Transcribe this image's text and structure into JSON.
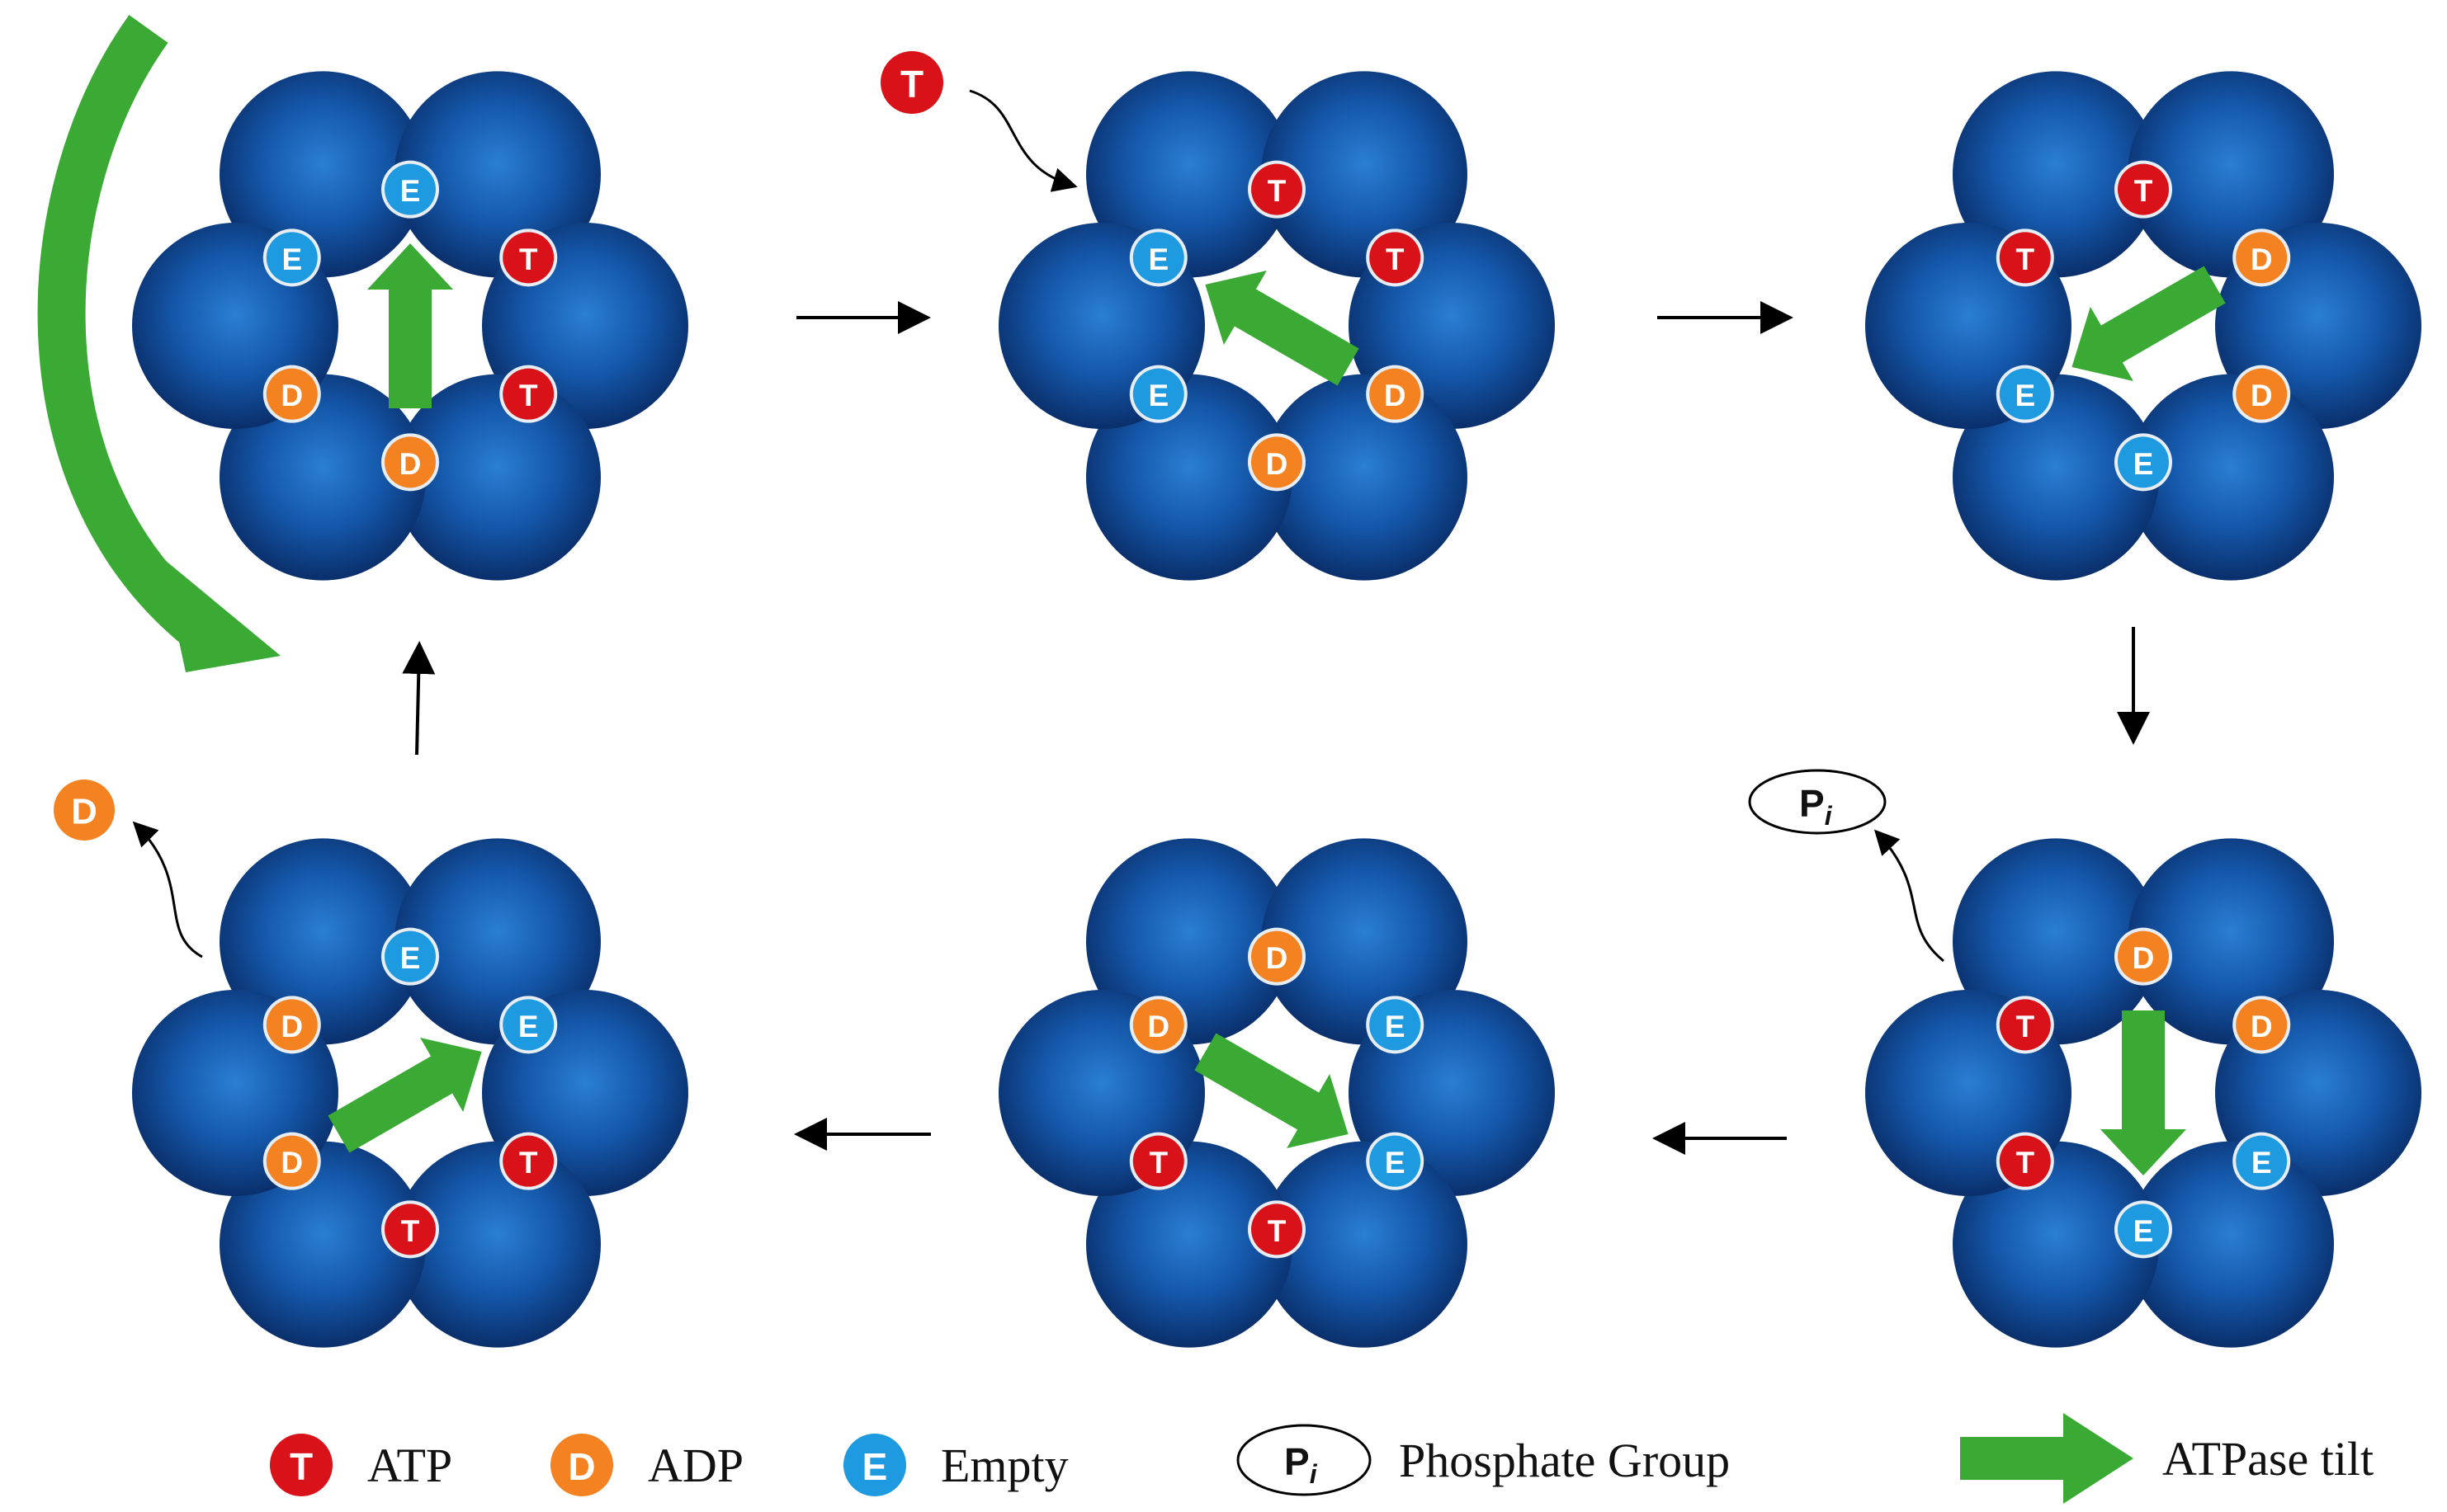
{
  "colors": {
    "subunit_dark": "#0a2f6b",
    "subunit_light": "#2a7fd4",
    "atp": "#d9121a",
    "adp": "#f58220",
    "empty": "#1e9be0",
    "tilt_arrow": "#3aaa35"
  },
  "badge_letters": {
    "atp": "T",
    "adp": "D",
    "empty": "E"
  },
  "legend": [
    {
      "kind": "atp",
      "letter": "T",
      "label": "ATP"
    },
    {
      "kind": "adp",
      "letter": "D",
      "label": "ADP"
    },
    {
      "kind": "empty",
      "letter": "E",
      "label": "Empty"
    },
    {
      "kind": "pi",
      "letter": "P",
      "subscript": "i",
      "label": "Phosphate Group"
    },
    {
      "kind": "tilt",
      "label": "ATPase tilt"
    }
  ],
  "phosphate_label": {
    "letter": "P",
    "subscript": "i"
  },
  "rings": [
    {
      "id": "state-1",
      "tilt": "up",
      "badges": [
        "E",
        "T",
        "T",
        "D",
        "D",
        "E"
      ]
    },
    {
      "id": "state-2",
      "tilt": "up-left",
      "badges": [
        "T",
        "T",
        "D",
        "D",
        "E",
        "E"
      ]
    },
    {
      "id": "state-3",
      "tilt": "down-left",
      "badges": [
        "T",
        "D",
        "D",
        "E",
        "E",
        "T"
      ]
    },
    {
      "id": "state-4",
      "tilt": "down",
      "badges": [
        "D",
        "D",
        "E",
        "E",
        "T",
        "T"
      ]
    },
    {
      "id": "state-5",
      "tilt": "down-right",
      "badges": [
        "D",
        "E",
        "E",
        "T",
        "T",
        "D"
      ]
    },
    {
      "id": "state-6",
      "tilt": "up-right",
      "badges": [
        "E",
        "E",
        "T",
        "T",
        "D",
        "D"
      ]
    }
  ]
}
